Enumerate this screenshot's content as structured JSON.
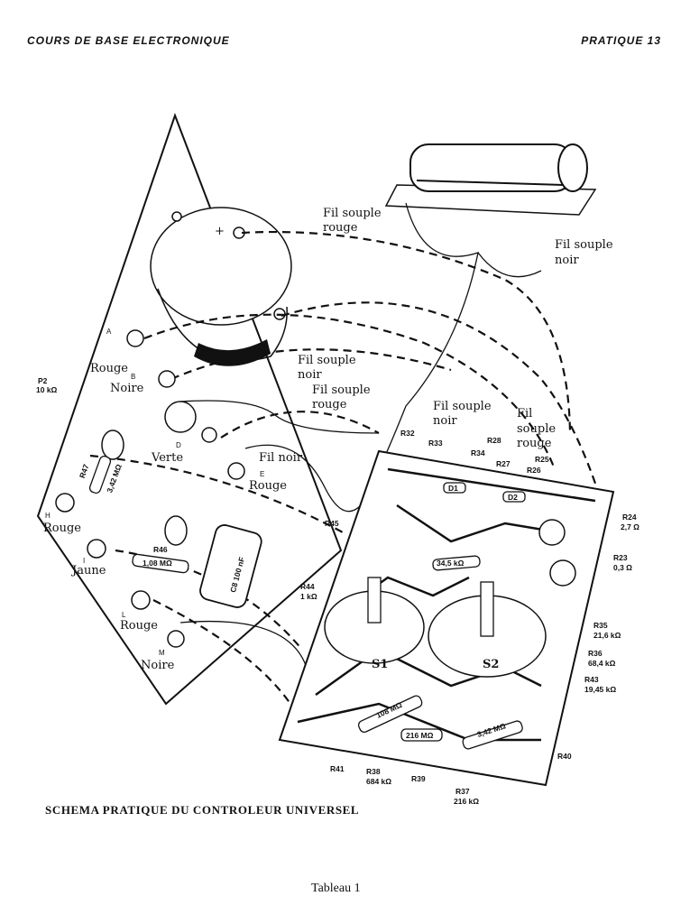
{
  "header": {
    "left": "COURS DE BASE ELECTRONIQUE",
    "right": "PRATIQUE 13"
  },
  "figure": {
    "wire_labels": {
      "fil_souple_rouge_1": [
        "Fil souple",
        "rouge"
      ],
      "fil_souple_noir_1": [
        "Fil souple",
        "noir"
      ],
      "fil_souple_noir_2": [
        "Fil souple",
        "noir"
      ],
      "fil_souple_rouge_2": [
        "Fil souple",
        "rouge"
      ],
      "fil_souple_noir_3": [
        "Fil souple",
        "noir"
      ],
      "fil_souple_rouge_3": [
        "Fil",
        "souple",
        "rouge"
      ],
      "fil_noir": "Fil noir"
    },
    "terminals": {
      "a": {
        "letter": "A",
        "color": "Rouge"
      },
      "b": {
        "letter": "B",
        "color": "Noire"
      },
      "d": {
        "letter": "D",
        "color": "Verte"
      },
      "e": {
        "letter": "E",
        "color": "Rouge"
      },
      "h": {
        "letter": "H",
        "color": "Rouge"
      },
      "i": {
        "letter": "I",
        "color": "Jaune"
      },
      "l": {
        "letter": "L",
        "color": "Rouge"
      },
      "m": {
        "letter": "M",
        "color": "Noire"
      }
    },
    "components": {
      "p2": [
        "P2",
        "10 kΩ"
      ],
      "r47": [
        "R47",
        "3,42 MΩ"
      ],
      "r46": [
        "R46",
        "1,08 MΩ"
      ],
      "c8": "C8 100 nF",
      "r45": "R45",
      "r44": [
        "R44",
        "1 kΩ"
      ],
      "r32": "R32",
      "r33": "R33",
      "r34": "R34",
      "r28": "R28",
      "r27": "R27",
      "r26": "R26",
      "r25": "R25",
      "r24": [
        "R24",
        "2,7 Ω"
      ],
      "r23": [
        "R23",
        "0,3 Ω"
      ],
      "r35": [
        "R35",
        "21,6 kΩ"
      ],
      "r36": [
        "R36",
        "68,4 kΩ"
      ],
      "r43": [
        "R43",
        "19,45 kΩ"
      ],
      "r40": "R40",
      "r41": "R41",
      "r38": [
        "R38",
        "684 kΩ"
      ],
      "r39": "R39",
      "r37": [
        "R37",
        "216 kΩ"
      ],
      "s1": "S1",
      "s2": "S2",
      "d1": "D1",
      "d2": "D2",
      "v216": "216 MΩ",
      "v342": "3,42 MΩ",
      "v108": "108 MΩ",
      "v345": "34,5 kΩ"
    }
  },
  "caption": "SCHEMA PRATIQUE DU CONTROLEUR UNIVERSEL",
  "footer": "Tableau 1"
}
